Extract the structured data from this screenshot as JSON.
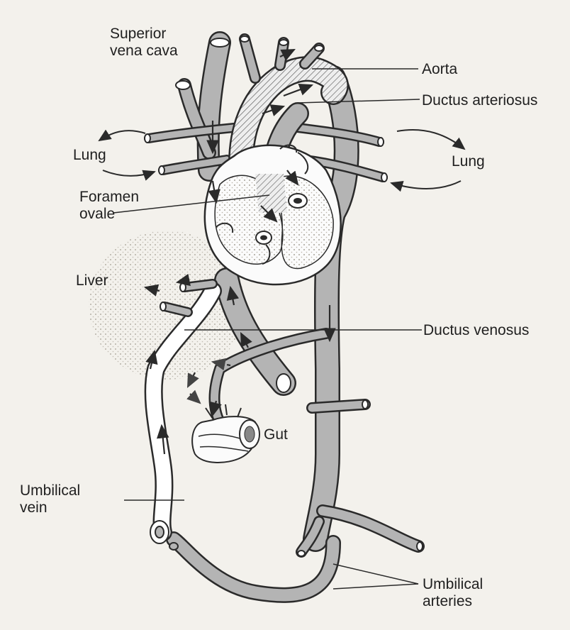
{
  "labels": {
    "superior_vena_cava": "Superior\nvena cava",
    "aorta": "Aorta",
    "ductus_arteriosus": "Ductus arteriosus",
    "lung_left": "Lung",
    "lung_right": "Lung",
    "foramen_ovale": "Foramen\novale",
    "liver": "Liver",
    "ductus_venosus": "Ductus venosus",
    "gut": "Gut",
    "umbilical_vein": "Umbilical\nvein",
    "umbilical_arteries": "Umbilical\narteries"
  },
  "colors": {
    "background": "#f3f1ec",
    "vessel_fill": "#b4b4b4",
    "outline": "#2a2a2a",
    "stipple": "#c8c4bc"
  }
}
